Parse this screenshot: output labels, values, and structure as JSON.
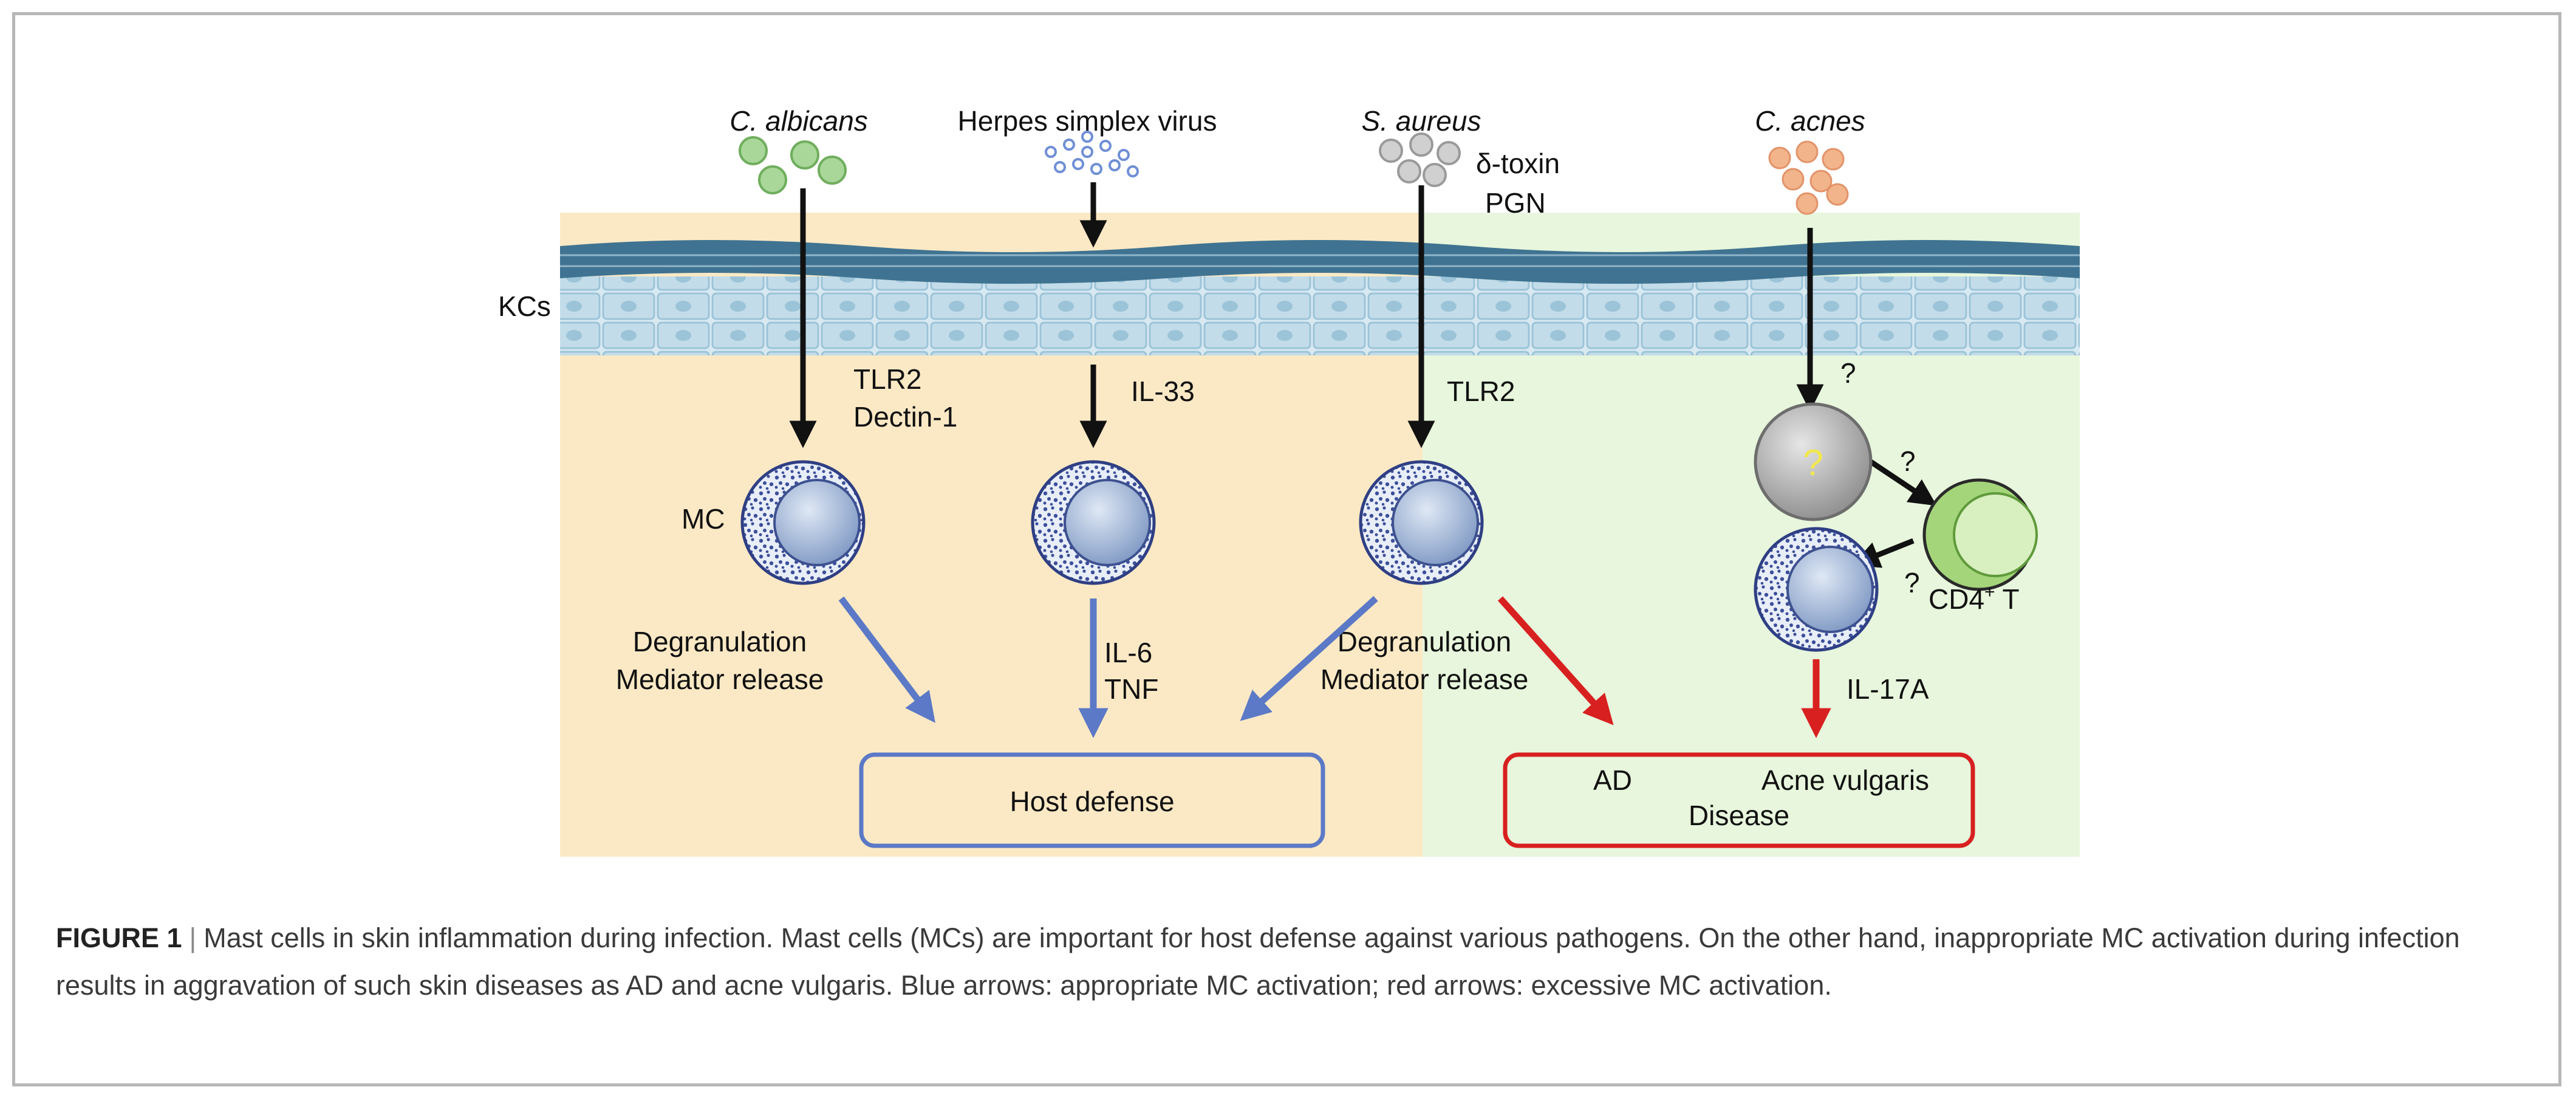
{
  "pathogens": {
    "c_albicans": "C. albicans",
    "hsv": "Herpes simplex virus",
    "s_aureus": "S. aureus",
    "s_aureus_toxin": "δ-toxin",
    "s_aureus_pgn": "PGN",
    "c_acnes": "C. acnes"
  },
  "labels": {
    "kcs": "KCs",
    "mc": "MC",
    "tlr2_1": "TLR2",
    "dectin1": "Dectin-1",
    "il33": "IL-33",
    "tlr2_2": "TLR2",
    "q1": "?",
    "q2": "?",
    "q3": "?",
    "q_inside": "?",
    "cd4": "CD4",
    "cd4_sup": "+",
    "cd4_t": " T",
    "degran1": "Degranulation",
    "mediator1": "Mediator release",
    "il6": "IL-6",
    "tnf": "TNF",
    "degran2": "Degranulation",
    "mediator2": "Mediator release",
    "il17a": "IL-17A"
  },
  "boxes": {
    "host_defense": "Host defense",
    "ad": "AD",
    "acne": "Acne vulgaris",
    "disease": "Disease"
  },
  "caption": {
    "figure": "FIGURE 1",
    "separator": "|",
    "text": "Mast cells in skin inflammation during infection. Mast cells (MCs) are important for host defense against various pathogens. On the other hand, inappropriate MC activation during infection results in aggravation of such skin diseases as AD and acne vulgaris. Blue arrows: appropriate MC activation; red arrows: excessive MC activation."
  },
  "colors": {
    "host_region": "#fbe9c5",
    "disease_region": "#e7f6dc",
    "blue_arrow": "#5b79c6",
    "red_arrow": "#d82020",
    "albicans_cell": "#a9d79a",
    "hsv_particle": "#6f8fd6",
    "aureus_cell": "#c6c6c6",
    "acnes_cell": "#f2b48a",
    "keratinocyte": "#c3dce9",
    "epidermis_top": "#3f7391",
    "cd4_cell": "#a4d57a"
  }
}
